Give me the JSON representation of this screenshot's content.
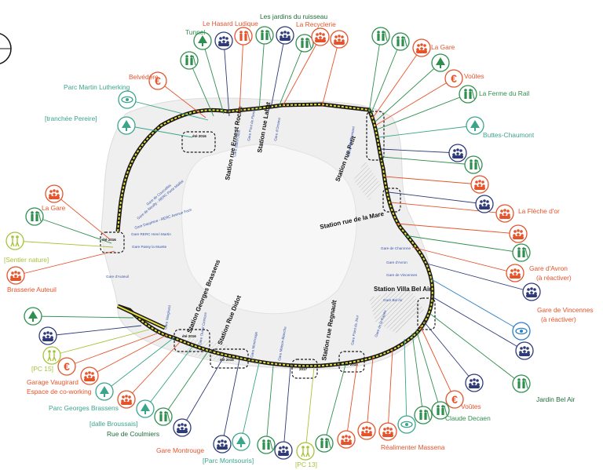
{
  "colors": {
    "orange": "#e5532b",
    "green": "#2f8f4e",
    "darkgreen": "#1f6b3c",
    "teal": "#3aa58c",
    "navy": "#2e3a78",
    "lime": "#a6c33a",
    "purple": "#7a3f8f",
    "blue": "#2f7fc1",
    "map_bg": "#ececec",
    "line_yellow": "#e8e23a"
  },
  "labels": {
    "belvedere": "Belvédère",
    "parc_mlk": "Parc Martin Lutherking",
    "tranchee_pereire": "[tranchée Pereire]",
    "tunnel": "Tunnel",
    "hasard_ludique": "Le Hasard Ludique",
    "jardins_ruisseau": "Les jardins du ruisseau",
    "la_recyclerie": "La Recyclerie",
    "la_gare_ne": "La Gare",
    "voutes_ne": "Voûtes",
    "ferme_rail": "La Ferme du Rail",
    "buttes_chaumont": "Buttes-Chaumont",
    "la_gare_w": "La Gare",
    "sentier_nature": "[Sentier nature]",
    "brasserie_auteuil": "Brasserie Auteuil",
    "fleche_or": "La Flèche d'or",
    "gare_avron": "Gare d'Avron",
    "gare_avron_sub": "(à réactiver)",
    "gare_vincennes": "Gare de Vincennes",
    "gare_vincennes_sub": "(à réactiver)",
    "pc15": "[PC 15]",
    "garage_vaugirard": "Garage Vaugirard",
    "coworking": "Espace de co-working",
    "parc_brassens": "Parc Georges Brassens",
    "dalle_broussais": "[dalle Broussais]",
    "rue_coulmiers": "Rue de Coulmiers",
    "gare_montrouge": "Gare Montrouge",
    "parc_montsouris": "[Parc Montsouris]",
    "pc13": "[PC 13]",
    "realimenter_massena": "Réalimenter Massena",
    "jardin_bel_air": "Jardin Bel Air",
    "voutes_se": "Voûtes",
    "claude_decaen": "Claude Decaen"
  },
  "stations": {
    "ernest_roche": "Station rue Ernest Roche",
    "labat": "Station rue Labat",
    "petit": "Station rue Petit",
    "mare": "Station rue de la Mare",
    "villa_bel_air": "Station Villa Bel Air",
    "georges_brassens": "Station Georges Brassens",
    "didot": "Station Rue Didot",
    "rue_regnault": "Station rue Regnault"
  },
  "gares": {
    "courcelles": "Gare de Courcelles",
    "neuilly": "Gare de Neuilly - RERC Porte Maillot",
    "dauphine": "Gare Dauphine - RERC Avenue Foch",
    "henri_martin": "Gare RERC Henri Martin",
    "passy": "Gare Passy la Muette",
    "auteuil": "Gare d'Auteuil",
    "charonne": "Gare de Charonne",
    "avron": "Gare d'Avron",
    "vincennes": "Gare de Vincennes",
    "bel_air": "Gare Bel Air",
    "vaugirard": "Gare Vaugirard",
    "ouest_ceinture": "Gare Ouest Ceinture",
    "montrouge": "Gare Montrouge",
    "maison_blanche": "Gare Maison Blanche",
    "point_du_jour": "Gare Point du Jour",
    "pont_flandre": "Gare Pont de Flandre",
    "ornano": "Gare d'Ornano",
    "saint_ouen": "Gare Saint-Ouen",
    "menilmontant": "Gare Ménilmontant",
    "rapee": "Gare de la Rapée"
  },
  "years": {
    "y2016": "été 2016",
    "y2017": "2017",
    "y2018": "été 2018"
  },
  "icons": {
    "euro": "€",
    "eye": "eye-icon",
    "hikers": "hikers-icon",
    "tree": "tree-icon",
    "crowd": "crowd-icon",
    "gardeners": "gardeners-icon"
  }
}
